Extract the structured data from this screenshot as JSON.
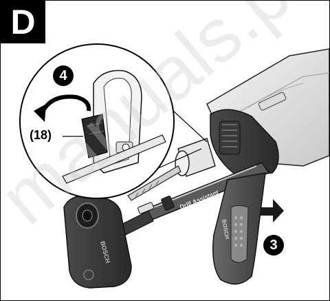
{
  "figure": {
    "section_letter": "D",
    "callout_label": "(18)",
    "step_numbers": {
      "rotate_step": "4",
      "push_step": "3"
    },
    "tool_labels": {
      "extension_text": "Drill Assistant",
      "brand_text": "BOSCH"
    },
    "watermark_text": "manuals.plus"
  }
}
